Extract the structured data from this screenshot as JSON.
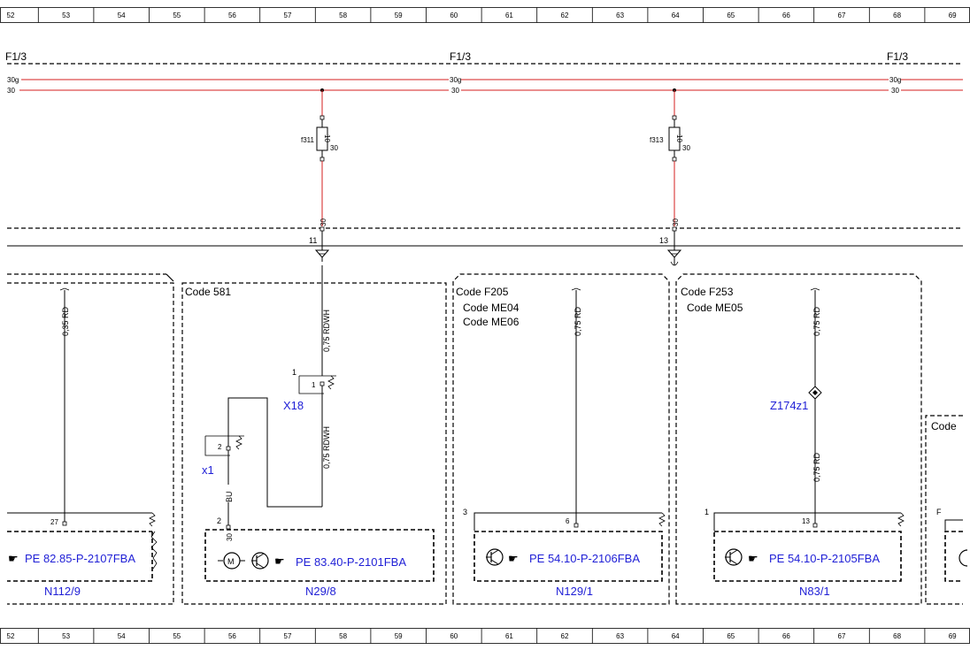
{
  "colors": {
    "wire_red": "#d61f1f",
    "link_blue": "#1f1fd6",
    "line_black": "#000000"
  },
  "ruler": {
    "cells": [
      "52",
      "53",
      "54",
      "55",
      "56",
      "57",
      "58",
      "59",
      "60",
      "61",
      "62",
      "63",
      "64",
      "65",
      "66",
      "67",
      "68",
      "69"
    ]
  },
  "header": {
    "sheet_ref_left": "F1/3",
    "sheet_ref_center": "F1/3",
    "sheet_ref_right": "F1/3"
  },
  "bus": {
    "upper_left": "30g",
    "upper_center": "30g",
    "upper_right": "30g",
    "lower_left": "30",
    "lower_center": "30",
    "lower_right": "30"
  },
  "fuses": [
    {
      "id": "f311",
      "rating": "10",
      "terminal": "30"
    },
    {
      "id": "f313",
      "rating": "10",
      "terminal": "30"
    }
  ],
  "connectors": [
    {
      "pin": "11",
      "wire_label": "30"
    },
    {
      "pin": "13",
      "wire_label": "30"
    }
  ],
  "modules": [
    {
      "wire": "0,35 RD",
      "pin": "27",
      "ref": "PE 82.85-P-2107FBA",
      "name": "N112/9"
    },
    {
      "code": "Code 581",
      "wire_top": "0,75 RDWH",
      "switch_label": "X18",
      "switch_pin": "1",
      "switch_inner_pin": "1",
      "wire_mid": "0,75 RDWH",
      "x1_label": "x1",
      "x1_pin": "2",
      "wire_bu": "BU",
      "module_pin": "2",
      "module_wire": "30",
      "ref": "PE 83.40-P-2101FBA",
      "name": "N29/8"
    },
    {
      "code": "Code F205",
      "code2": "Code ME04",
      "code3": "Code ME06",
      "wire": "0,75 RD",
      "side_pin": "3",
      "pin": "6",
      "ref": "PE 54.10-P-2106FBA",
      "name": "N129/1"
    },
    {
      "code": "Code F253",
      "code2": "Code ME05",
      "wire_top": "0,75 RD",
      "splice": "Z174z1",
      "wire_bottom": "0,75 RD",
      "side_pin": "1",
      "pin": "13",
      "ref": "PE 54.10-P-2105FBA",
      "name": "N83/1"
    },
    {
      "code": "Code",
      "side_pin": "F"
    }
  ]
}
